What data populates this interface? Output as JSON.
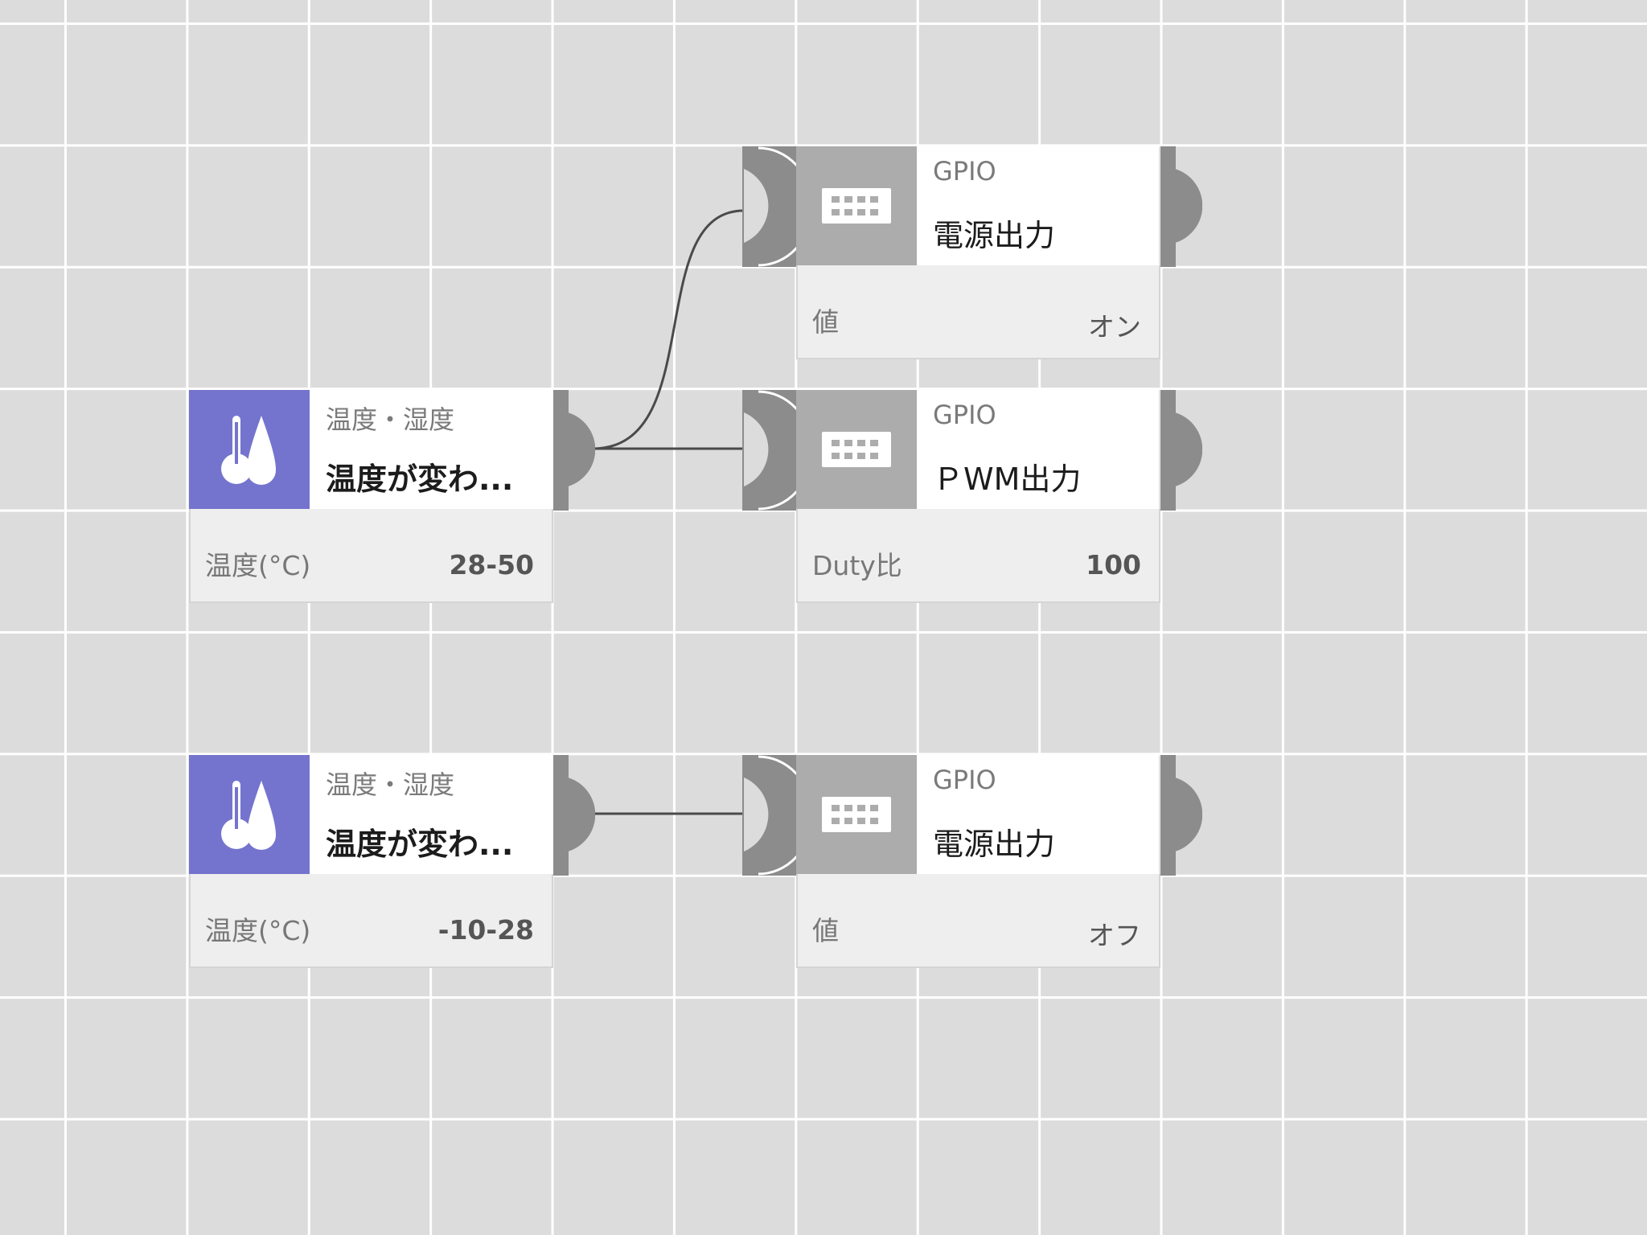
{
  "colors": {
    "canvas_bg": "#dcdcdc",
    "grid_line": "#ffffff",
    "sensor_accent": "#7474cf",
    "gpio_accent": "#acacac",
    "port": "#8c8c8c",
    "wire": "#4a4a4a"
  },
  "nodes": {
    "sensor1": {
      "icon": "thermometer-droplet-icon",
      "category": "温度・湿度",
      "title": "温度が変わ...",
      "param_label": "温度(°C)",
      "param_value": "28-50"
    },
    "sensor2": {
      "icon": "thermometer-droplet-icon",
      "category": "温度・湿度",
      "title": "温度が変わ...",
      "param_label": "温度(°C)",
      "param_value": "-10-28"
    },
    "gpio1": {
      "icon": "keyboard-icon",
      "category": "GPIO",
      "title": "電源出力",
      "param_label": "値",
      "param_value": "オン"
    },
    "gpio2": {
      "icon": "keyboard-icon",
      "category": "GPIO",
      "title": "ＰWM出力",
      "param_label": "Duty比",
      "param_value": "100"
    },
    "gpio3": {
      "icon": "keyboard-icon",
      "category": "GPIO",
      "title": "電源出力",
      "param_label": "値",
      "param_value": "オフ"
    }
  },
  "connections": [
    {
      "from": "sensor1",
      "to": "gpio1"
    },
    {
      "from": "sensor1",
      "to": "gpio2"
    },
    {
      "from": "sensor2",
      "to": "gpio3"
    }
  ]
}
